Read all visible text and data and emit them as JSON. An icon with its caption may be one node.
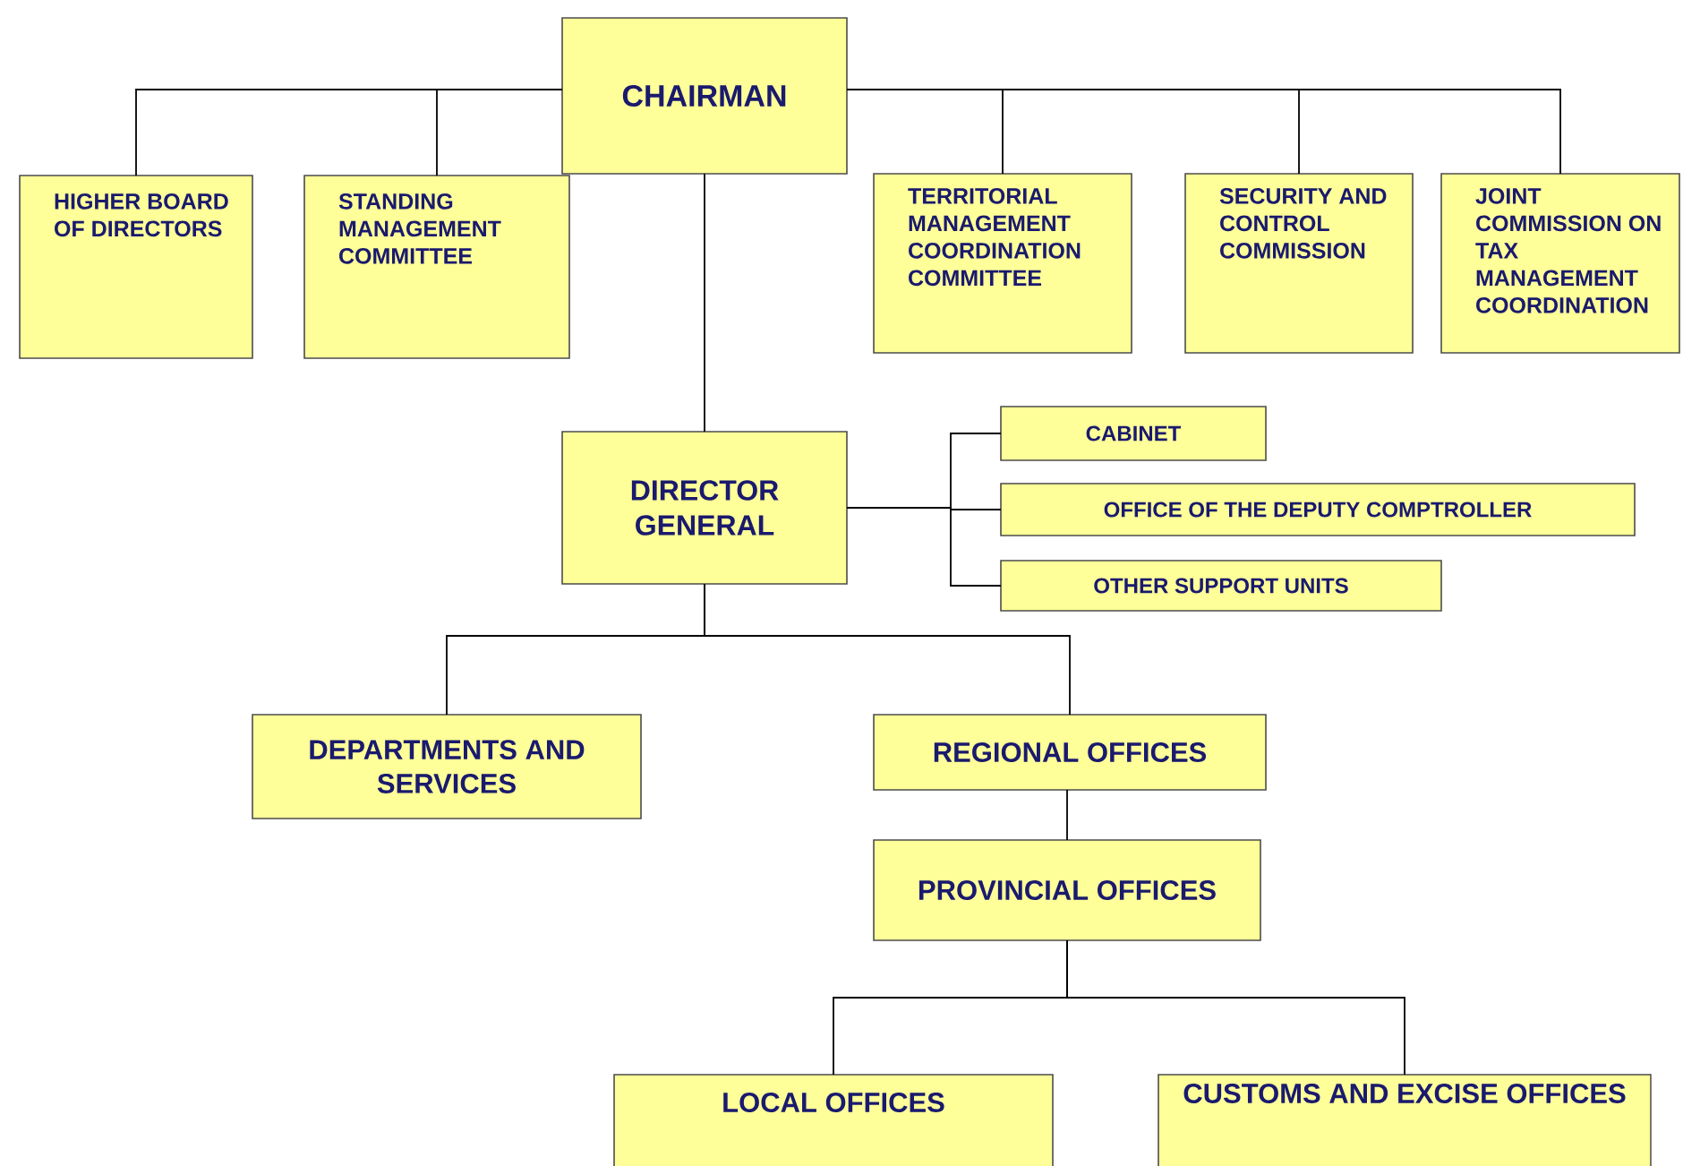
{
  "diagram": {
    "nodes": [
      {
        "text": [
          "CHAIRMAN"
        ]
      },
      {
        "text": [
          "HIGHER BOARD OF DIRECTORS"
        ]
      },
      {
        "text": [
          "STANDING MANAGEMENT COMMITTEE"
        ]
      },
      {
        "text": [
          "TERRITORIAL MANAGEMENT COORDINATION COMMITTEE"
        ]
      },
      {
        "text": [
          "SECURITY AND CONTROL COMMISSION"
        ]
      },
      {
        "text": [
          "JOINT COMMISSION ON TAX MANAGEMENT COORDINATION"
        ]
      },
      {
        "text": [
          "DIRECTOR GENERAL"
        ]
      },
      {
        "text": [
          "CABINET"
        ]
      },
      {
        "text": [
          "OFFICE OF THE DEPUTY COMPTROLLER"
        ]
      },
      {
        "text": [
          "OTHER SUPPORT UNITS"
        ]
      },
      {
        "text": [
          "DEPARTMENTS AND SERVICES"
        ]
      },
      {
        "text": [
          "REGIONAL OFFICES"
        ]
      },
      {
        "text": [
          "PROVINCIAL OFFICES"
        ]
      },
      {
        "text": [
          "LOCAL OFFICES"
        ]
      },
      {
        "text": [
          "CUSTOMS AND EXCISE OFFICES"
        ]
      }
    ],
    "edges": [
      {
        "from": 0,
        "to": 1,
        "arrow": "none"
      },
      {
        "from": 0,
        "to": 2,
        "arrow": "none"
      },
      {
        "from": 0,
        "to": 3,
        "arrow": "none"
      },
      {
        "from": 0,
        "to": 4,
        "arrow": "none"
      },
      {
        "from": 0,
        "to": 5,
        "arrow": "none"
      },
      {
        "from": 0,
        "to": 6,
        "arrow": "none"
      },
      {
        "from": 6,
        "to": 7,
        "arrow": "none"
      },
      {
        "from": 6,
        "to": 8,
        "arrow": "none"
      },
      {
        "from": 6,
        "to": 9,
        "arrow": "none"
      },
      {
        "from": 6,
        "to": 10,
        "arrow": "none"
      },
      {
        "from": 6,
        "to": 11,
        "arrow": "none"
      },
      {
        "from": 11,
        "to": 12,
        "arrow": "none"
      },
      {
        "from": 12,
        "to": 13,
        "arrow": "none"
      },
      {
        "from": 12,
        "to": 14,
        "arrow": "none"
      }
    ]
  }
}
